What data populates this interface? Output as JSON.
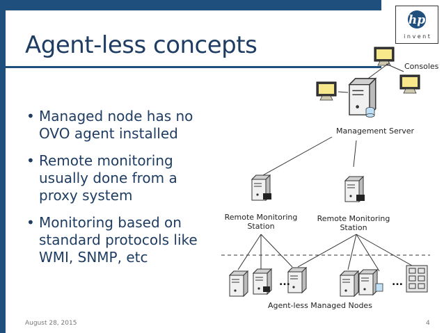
{
  "slide": {
    "title": "Agent-less concepts",
    "bullets": [
      "Managed node has no OVO agent installed",
      "Remote monitoring usually done from a proxy system",
      "Monitoring based on standard protocols like WMI, SNMP, etc"
    ]
  },
  "diagram": {
    "consoles_label": "Consoles",
    "management_server_label": "Management Server",
    "remote_station_left_label": "Remote Monitoring Station",
    "remote_station_right_label": "Remote Monitoring Station",
    "managed_nodes_label": "Agent-less Managed Nodes",
    "ellipsis_left": "...",
    "ellipsis_right": "..."
  },
  "logo": {
    "brand": "hp",
    "tagline": "i n v e n t"
  },
  "footer": {
    "date": "August 28, 2015",
    "page": "4"
  },
  "colors": {
    "primary": "#1f4f7c",
    "title_text": "#1f3d63"
  }
}
